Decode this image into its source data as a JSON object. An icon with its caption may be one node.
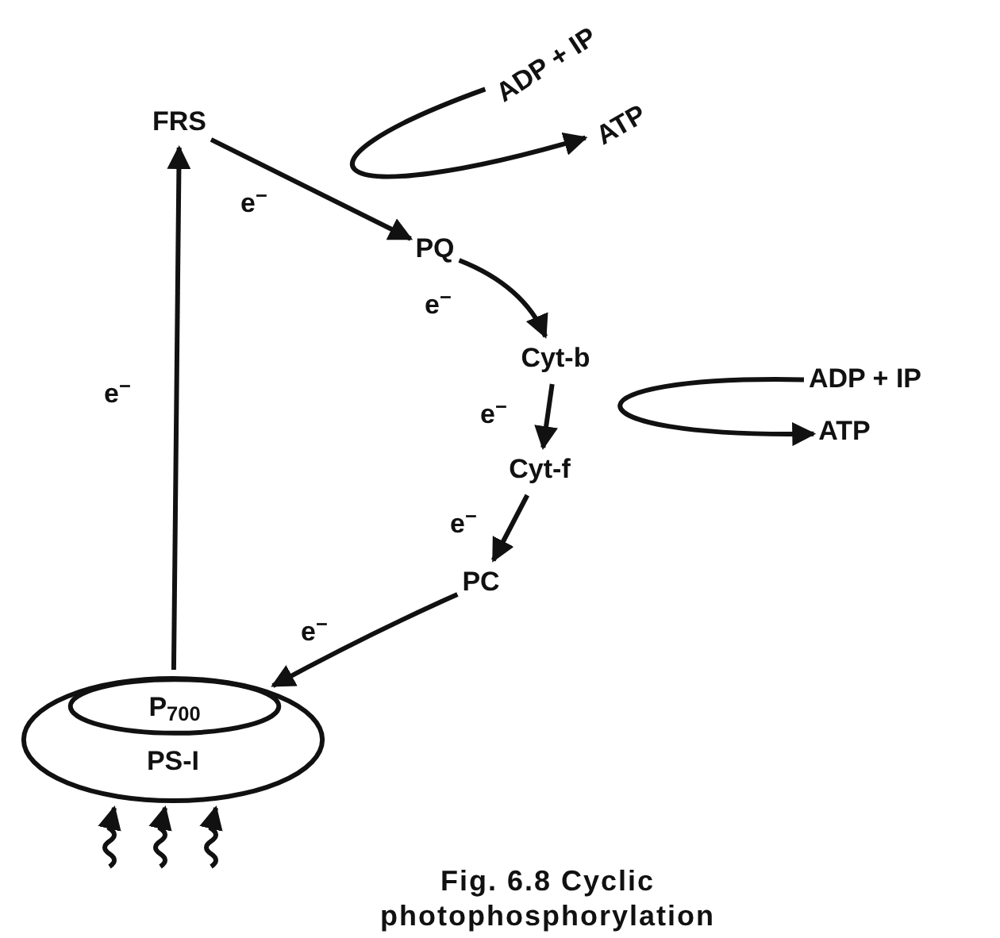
{
  "diagram": {
    "caption": "Fig. 6.8 Cyclic photophosphorylation",
    "nodes": [
      {
        "text": [
          "FRS"
        ]
      },
      {
        "text": [
          "ADP + IP"
        ]
      },
      {
        "text": [
          "ATP"
        ]
      },
      {
        "text": [
          "PQ"
        ]
      },
      {
        "text": [
          "Cyt-b"
        ]
      },
      {
        "text": [
          "ADP + IP"
        ]
      },
      {
        "text": [
          "ATP"
        ]
      },
      {
        "text": [
          "Cyt-f"
        ]
      },
      {
        "text": [
          "PC"
        ]
      },
      {
        "text": [
          "PS-I"
        ]
      },
      {
        "text": [
          "P$_{700}$"
        ],
        "in": 9
      }
    ],
    "edges": [
      {
        "from": 0,
        "to": 3,
        "arrow": "to",
        "label": "e$^{−}$"
      },
      {
        "from": 1,
        "to": 2,
        "arrow": "to"
      },
      {
        "from": 3,
        "to": 4,
        "arrow": "to",
        "label": "e$^{−}$"
      },
      {
        "from": 4,
        "to": 7,
        "arrow": "to",
        "label": "e$^{−}$"
      },
      {
        "from": 5,
        "to": 6,
        "arrow": "to"
      },
      {
        "from": 7,
        "to": 8,
        "arrow": "to",
        "label": "e$^{−}$"
      },
      {
        "from": 8,
        "to": 9,
        "arrow": "to",
        "label": "e$^{−}$"
      },
      {
        "from": 9,
        "to": 0,
        "arrow": "to",
        "label": "e$^{−}$"
      },
      {
        "from": null,
        "to": 9,
        "arrow": "to"
      },
      {
        "from": null,
        "to": 9,
        "arrow": "to"
      },
      {
        "from": null,
        "to": 9,
        "arrow": "to"
      }
    ]
  }
}
